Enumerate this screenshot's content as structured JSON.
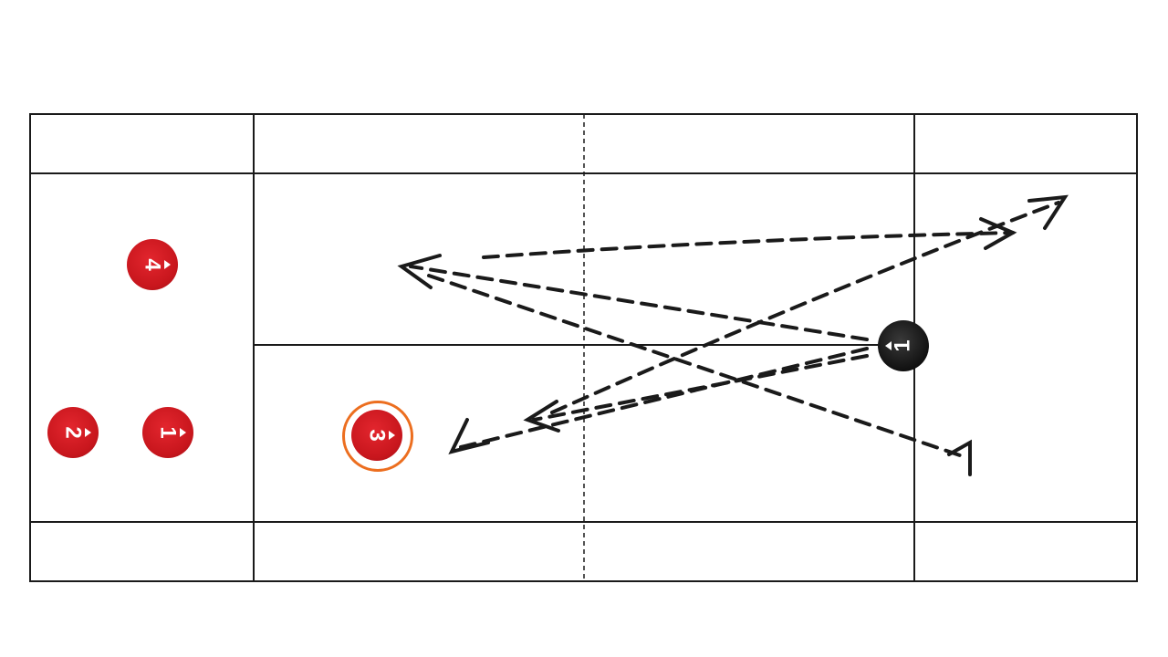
{
  "diagram": {
    "type": "badminton-court-drill",
    "players": [
      {
        "id": "red-4",
        "label": "4",
        "team": "red"
      },
      {
        "id": "red-2",
        "label": "2",
        "team": "red"
      },
      {
        "id": "red-1",
        "label": "1",
        "team": "red"
      },
      {
        "id": "red-3",
        "label": "3",
        "team": "red",
        "highlighted": true
      },
      {
        "id": "black-1",
        "label": "1",
        "team": "black"
      }
    ],
    "colors": {
      "red": "#c8161d",
      "black": "#111111",
      "highlight": "#ec6e1f",
      "lines": "#1a1a1a"
    }
  }
}
